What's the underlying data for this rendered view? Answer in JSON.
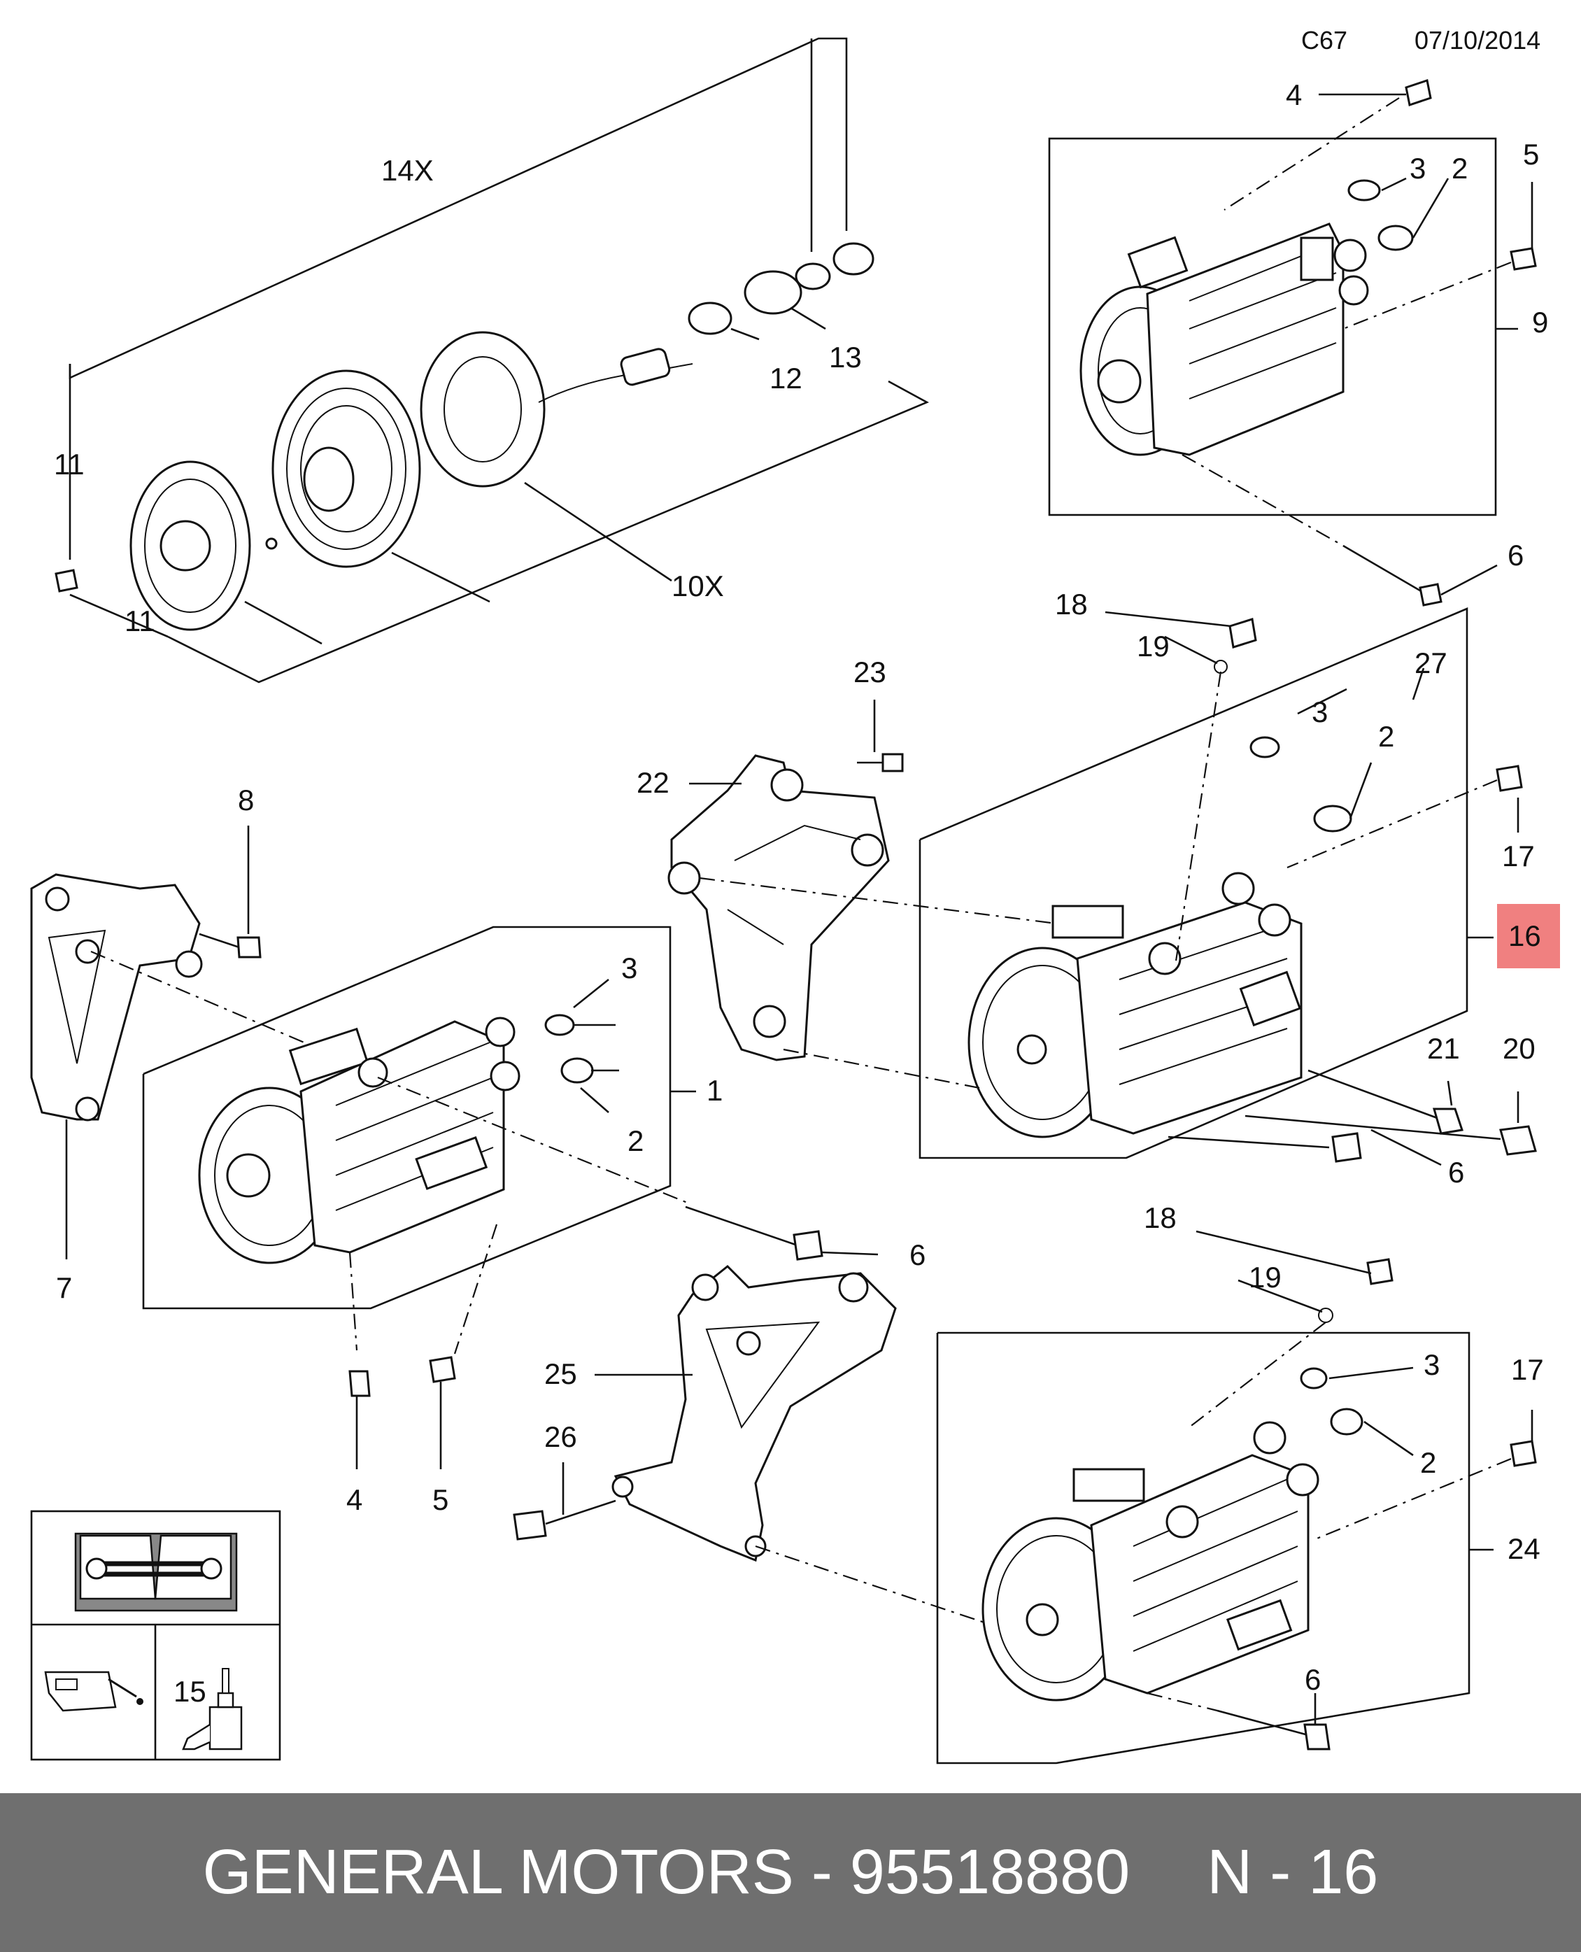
{
  "header": {
    "code": "C67",
    "date": "07/10/2014"
  },
  "callouts": {
    "c4_top": "4",
    "c3_a": "3",
    "c2_a": "2",
    "c5_a": "5",
    "c9": "9",
    "c6_a": "6",
    "c14x": "14X",
    "c13": "13",
    "c12": "12",
    "c11_a": "11",
    "c11_b": "11",
    "c10x": "10X",
    "c18_a": "18",
    "c19_a": "19",
    "c27": "27",
    "c3_b": "3",
    "c2_b": "2",
    "c17_a": "17",
    "c16": "16",
    "c23": "23",
    "c22": "22",
    "c21": "21",
    "c20": "20",
    "c6_b": "6",
    "c8": "8",
    "c3_c": "3",
    "c1": "1",
    "c2_c": "2",
    "c7": "7",
    "c6_c": "6",
    "c4_bot": "4",
    "c5_bot": "5",
    "c18_b": "18",
    "c19_b": "19",
    "c3_d": "3",
    "c17_b": "17",
    "c2_d": "2",
    "c24": "24",
    "c6_d": "6",
    "c25": "25",
    "c26": "26",
    "c15": "15"
  },
  "highlight": {
    "part": "16",
    "color": "#f08080"
  },
  "footer": {
    "brand": "GENERAL MOTORS - 95518880",
    "code": "N - 16"
  },
  "icons": [
    "manual-wrench-icon",
    "oil-can-icon",
    "oil-bottle-icon"
  ]
}
